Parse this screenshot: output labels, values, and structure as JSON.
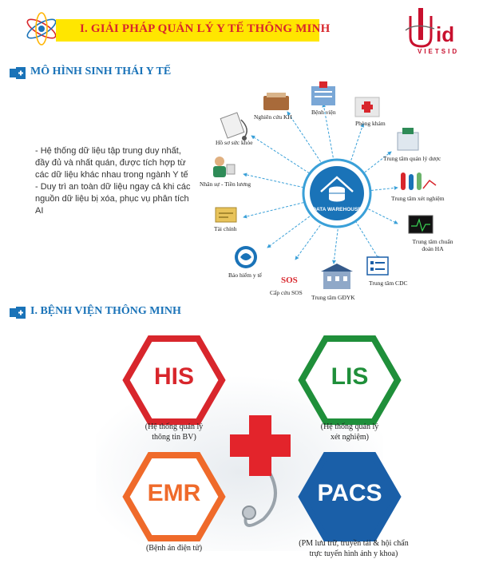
{
  "header": {
    "title": "I. GIẢI PHÁP QUẢN LÝ Y TẾ THÔNG MINH",
    "logo_text": "VIETSID",
    "logo_letters": "id",
    "colors": {
      "title": "#d8262c",
      "title_bg": "#ffe600",
      "brand": "#c8102e"
    }
  },
  "section1": {
    "title": "MÔ HÌNH SINH THÁI Y TẾ",
    "bullets": [
      "- Hệ thống dữ liệu tập trung duy nhất, đầy đủ và nhất quán, được tích hợp từ các dữ liệu khác nhau trong ngành Y tế",
      "- Duy trì an toàn dữ liệu ngay cả khi các nguồn dữ liệu bị xóa, phục vụ phân tích AI"
    ]
  },
  "ecosystem": {
    "center_label": "DATA WAREHOUSE",
    "nodes": [
      {
        "label": "Nghiên cứu KH",
        "icon": "books-icon"
      },
      {
        "label": "Bệnh viện",
        "icon": "hospital-building-icon"
      },
      {
        "label": "Phòng khám",
        "icon": "clinic-icon"
      },
      {
        "label": "Trung tâm quản lý dược",
        "icon": "pharmacy-icon"
      },
      {
        "label": "Trung tâm xét nghiệm",
        "icon": "test-tubes-icon"
      },
      {
        "label": "Trung tâm chuẩn đoán HA",
        "icon": "monitor-icon"
      },
      {
        "label": "Trung tâm CDC",
        "icon": "checklist-icon"
      },
      {
        "label": "Trung tâm GĐYK",
        "icon": "building-icon"
      },
      {
        "label": "Cấp cứu SOS",
        "icon": "sos-icon"
      },
      {
        "label": "Bảo hiểm y tế",
        "icon": "insurance-logo-icon"
      },
      {
        "label": "Tài chính",
        "icon": "finance-icon"
      },
      {
        "label": "Nhân sự - Tiền lương",
        "icon": "person-icon"
      },
      {
        "label": "Hồ sơ sức khỏe",
        "icon": "clipboard-stethoscope-icon"
      }
    ],
    "sos_text": "SOS"
  },
  "section2": {
    "title": "I. BỆNH VIỆN THÔNG MINH",
    "systems": [
      {
        "code": "HIS",
        "desc": [
          "(Hệ thống quản lý",
          "thông tin BV)"
        ],
        "style": "red"
      },
      {
        "code": "LIS",
        "desc": [
          "(Hệ thống quản lý",
          "xét nghiệm)"
        ],
        "style": "green"
      },
      {
        "code": "EMR",
        "desc": [
          "(Bệnh án điện tử)"
        ],
        "style": "orange"
      },
      {
        "code": "PACS",
        "desc": [
          "(PM lưu trữ, truyền tải & hội chẩn",
          "trực tuyến hình ảnh y khoa)"
        ],
        "style": "blue"
      }
    ],
    "colors": {
      "his": "#d8262c",
      "lis": "#1f8f3a",
      "emr": "#ef6a2a",
      "pacs": "#1a5fa8",
      "cross": "#e3242b"
    }
  }
}
